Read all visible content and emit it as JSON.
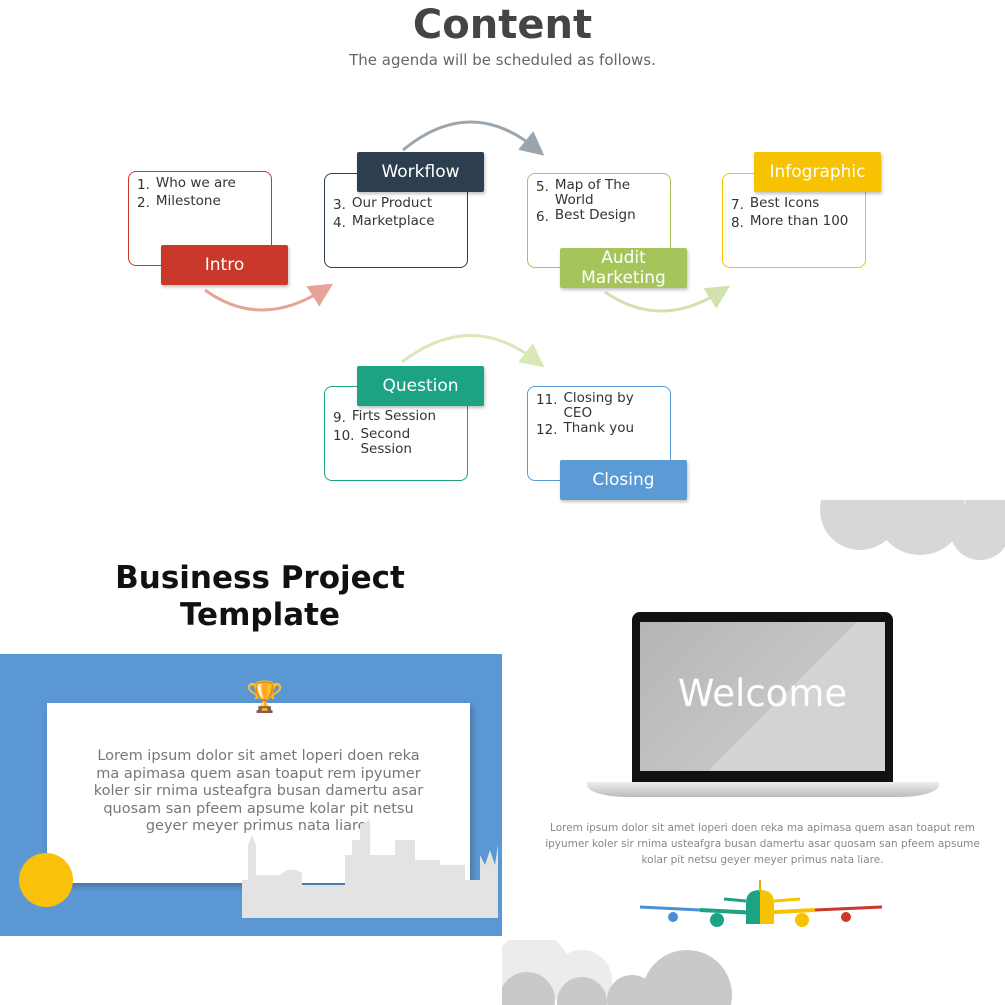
{
  "content_slide": {
    "title": "Content",
    "subtitle": "The agenda will be scheduled as follows.",
    "steps": [
      {
        "label": "Intro",
        "color": "#c9382a",
        "items": [
          [
            "1.",
            "Who we are"
          ],
          [
            "2.",
            "Milestone"
          ]
        ]
      },
      {
        "label": "Workflow",
        "color": "#2c3e50",
        "items": [
          [
            "3.",
            "Our Product"
          ],
          [
            "4.",
            "Marketplace"
          ]
        ]
      },
      {
        "label": "Audit Marketing",
        "color": "#a5c55a",
        "items": [
          [
            "5.",
            "Map of The World"
          ],
          [
            "6.",
            "Best Design"
          ]
        ]
      },
      {
        "label": "Infographic",
        "color": "#f7c202",
        "items": [
          [
            "7.",
            "Best Icons"
          ],
          [
            "8.",
            "More than 100"
          ]
        ]
      },
      {
        "label": "Question",
        "color": "#1ba383",
        "items": [
          [
            "9.",
            "Firts Session"
          ],
          [
            "10.",
            "Second Session"
          ]
        ]
      },
      {
        "label": "Closing",
        "color": "#5b9bd5",
        "items": [
          [
            "11.",
            "Closing by CEO"
          ],
          [
            "12.",
            "Thank you"
          ]
        ]
      }
    ]
  },
  "business_slide": {
    "title_line1": "Business Project",
    "title_line2": "Template",
    "icon": "trophy-icon",
    "accent": "#5b97d3",
    "text_lines": [
      "Lorem ipsum dolor sit amet  loperi doen reka",
      "ma apimasa quem asan toaput rem ipyumer",
      "koler sir rnima usteafgra busan damertu asar",
      "quosam san pfeem apsume kolar pit netsu",
      "geyer meyer primus nata liare."
    ]
  },
  "welcome_slide": {
    "screen_text": "Welcome",
    "text_lines": [
      "Lorem ipsum dolor sit amet  loperi doen reka ma apimasa quem asan toaput rem",
      "ipyumer koler sir rnima usteafgra busan damertu asar quosam san pfeem apsume",
      "kolar pit netsu geyer meyer primus nata liare."
    ],
    "icon": "airplane-icon"
  }
}
